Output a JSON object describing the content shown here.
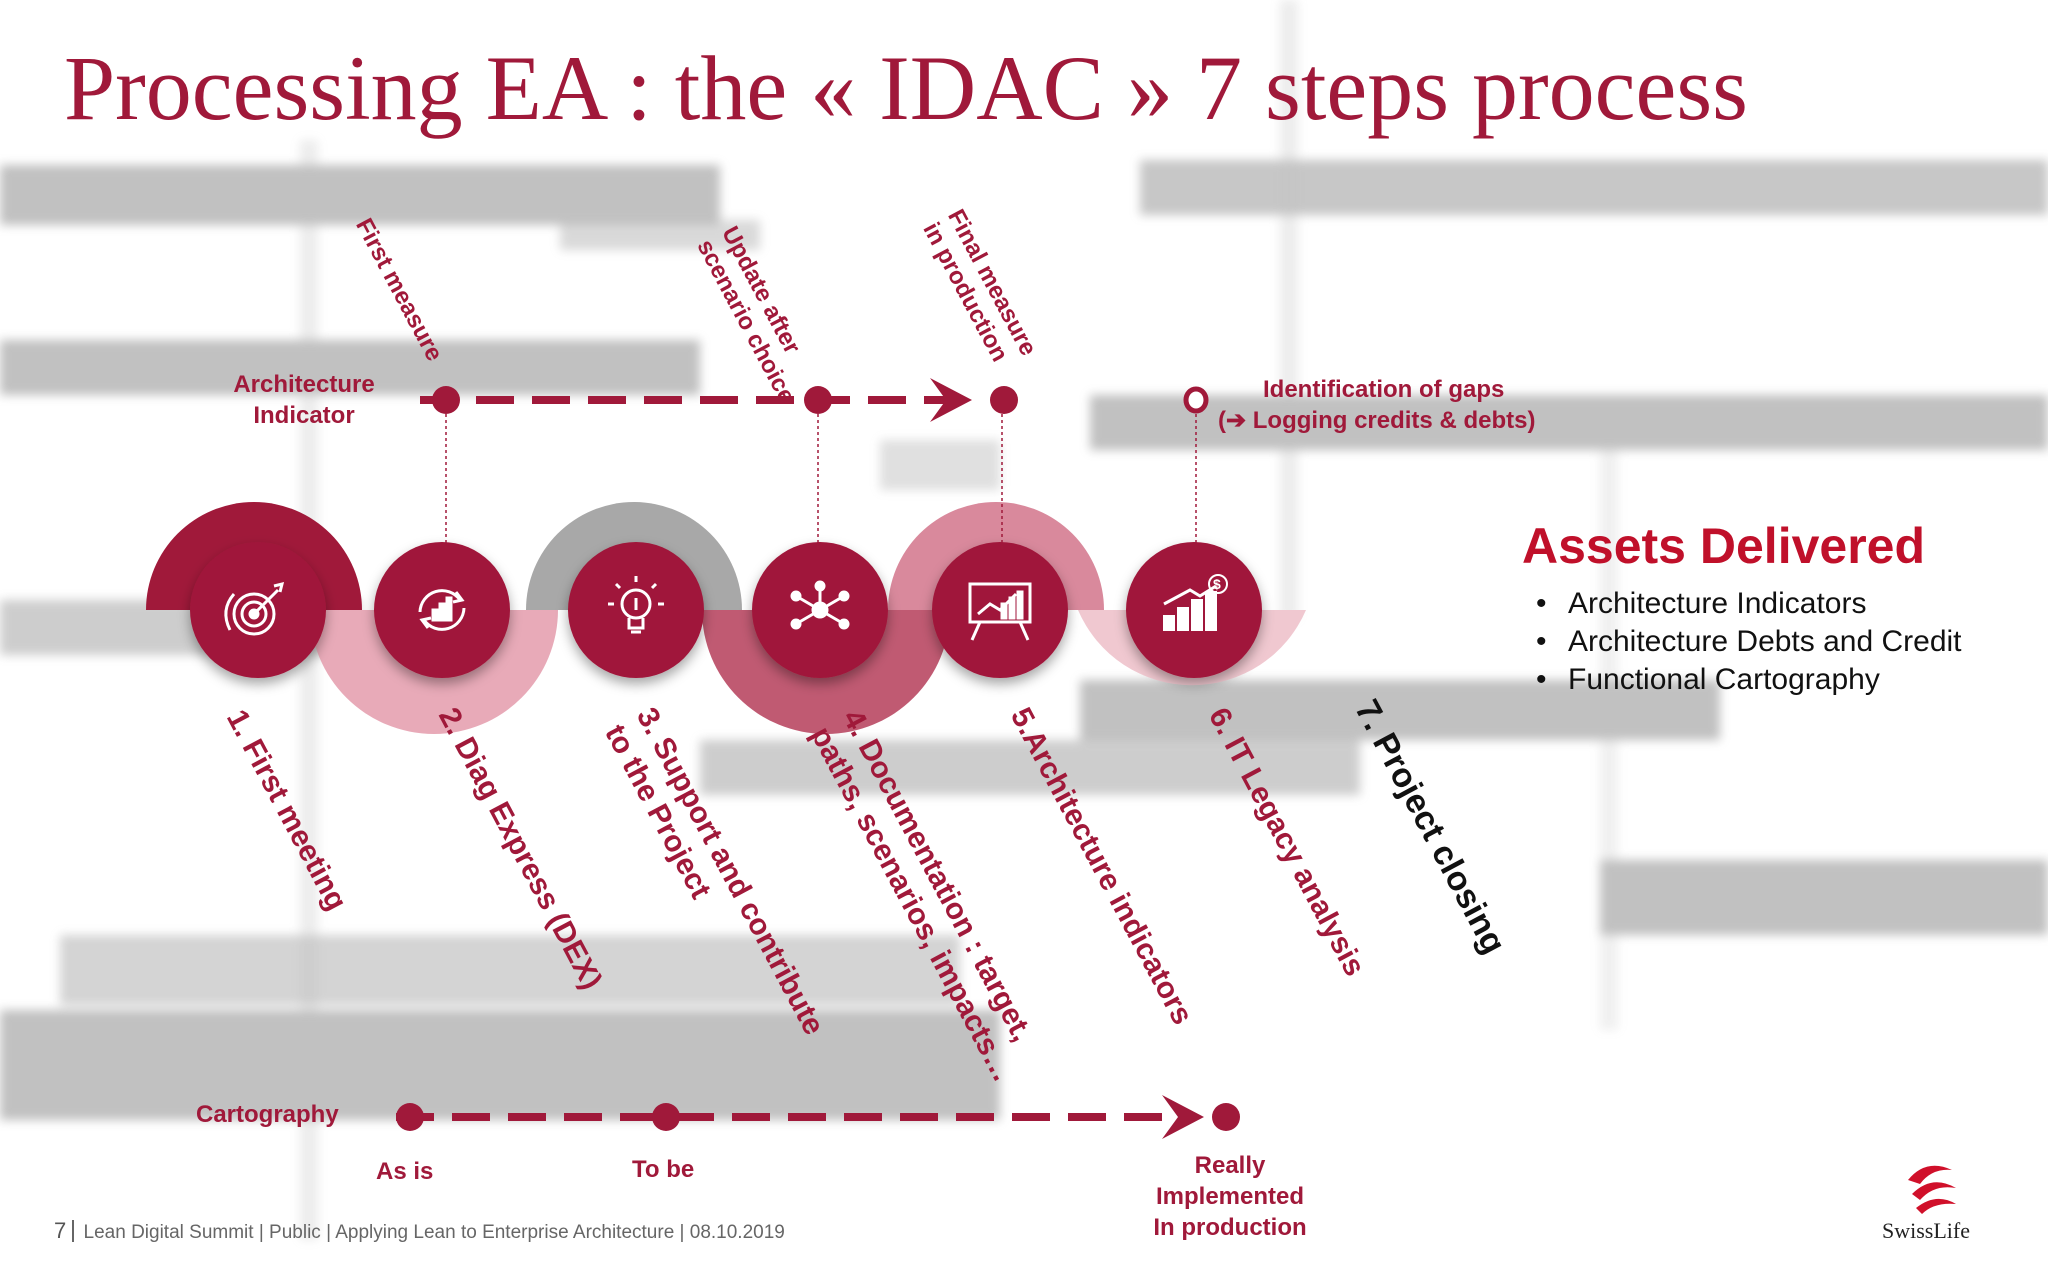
{
  "title": "Processing EA : the « IDAC » 7 steps process",
  "architecture_lane": {
    "label_line1": "Architecture",
    "label_line2": "Indicator",
    "first_measure": "First measure",
    "update_line1": "Update after",
    "update_line2": "scenario choice",
    "final_line1": "Final measure",
    "final_line2": "in production",
    "gaps_line1": "Identification of gaps",
    "gaps_line2": "(➔ Logging credits & debts)"
  },
  "steps": [
    {
      "line1": "1. First meeting",
      "icon": "target-icon"
    },
    {
      "line1": "2. Diag Express (DEX)",
      "icon": "cycle-chart-icon"
    },
    {
      "line1": "3. Support and contribute",
      "line2": "to the Project",
      "icon": "lightbulb-icon"
    },
    {
      "line1": "4. Documentation : target,",
      "line2": "paths, scenarios, impacts…",
      "icon": "network-icon"
    },
    {
      "line1": "5.Architecture indicators",
      "icon": "presentation-board-icon"
    },
    {
      "line1": "6. IT Legacy analysis",
      "icon": "growth-bars-dollar-icon"
    },
    {
      "line1": "7. Project closing"
    }
  ],
  "assets": {
    "title": "Assets Delivered",
    "items": [
      "Architecture Indicators",
      "Architecture Debts and Credit",
      "Functional Cartography"
    ]
  },
  "cartography_lane": {
    "label": "Cartography",
    "as_is": "As is",
    "to_be": "To be",
    "really_line1": "Really",
    "really_line2": "Implemented",
    "really_line3": "In production"
  },
  "footer": {
    "page": "7",
    "text": "Lean Digital Summit | Public | Applying Lean to Enterprise Architecture | 08.10.2019"
  },
  "logo": {
    "text": "SwissLife"
  },
  "colors": {
    "accent": "#a0193a",
    "pink": "#e8aab8",
    "light_pink": "#f0c8d0",
    "grey": "#a7a7a7",
    "dark_text": "#111111"
  }
}
